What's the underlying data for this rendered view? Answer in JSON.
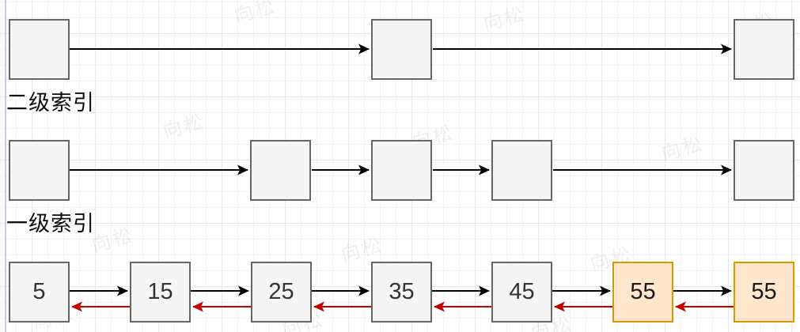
{
  "watermark": {
    "text": "向松"
  },
  "colors": {
    "node_fill": "#f5f5f5",
    "node_border": "#666666",
    "highlight_fill": "#ffe6cc",
    "highlight_border": "#d79b00",
    "forward_arrow": "#000000",
    "backward_arrow": "#c40000",
    "grid_minor": "#f3f3f3",
    "grid_major": "#e7e7e7"
  },
  "diagram": {
    "type": "skip-list",
    "levels": [
      {
        "name": "second-level-index",
        "label": "二级索引",
        "nodes": [
          "",
          "",
          ""
        ]
      },
      {
        "name": "first-level-index",
        "label": "一级索引",
        "nodes": [
          "",
          "",
          "",
          "",
          ""
        ]
      },
      {
        "name": "data-linked-list",
        "label": "",
        "nodes": [
          "5",
          "15",
          "25",
          "35",
          "45",
          "55",
          "55"
        ],
        "highlighted_values": [
          "55",
          "55"
        ],
        "forward_pointers": "black",
        "backward_pointers": "red"
      }
    ]
  }
}
